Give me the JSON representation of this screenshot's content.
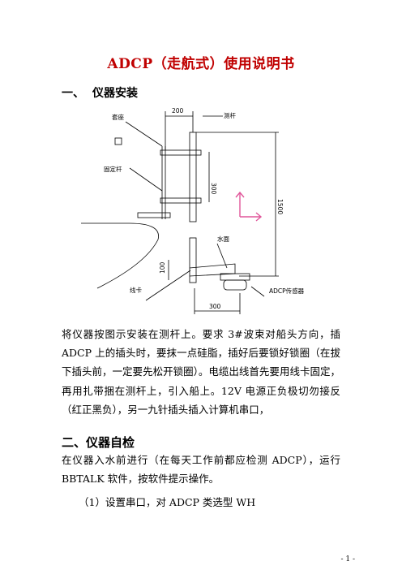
{
  "title": "ADCP（走航式）使用说明书",
  "section1": {
    "number": "一、",
    "heading": "仪器安装"
  },
  "figure": {
    "labels": {
      "base": "套座",
      "pole": "测杆",
      "fixing_rod": "固定杆",
      "water_surface": "水面",
      "clamp": "线卡",
      "transducer": "ADCP传感器"
    },
    "dimensions": {
      "top_width": "200",
      "mid_height": "300",
      "total_height": "1500",
      "bottom_gap": "100",
      "bottom_width": "300"
    }
  },
  "paragraph1": "将仪器按图示安装在测杆上。要求 3#波束对船头方向，插 ADCP 上的插头时，要抹一点硅脂，插好后要锁好锁圈（在拔下插头前，一定要先松开锁圈）。电缆出线首先要用线卡固定，再用扎带捆在测杆上，引入船上。12V 电源正负极切勿接反（红正黑负），另一九针插头插入计算机串口，",
  "section2": {
    "heading": "二、仪器自检"
  },
  "paragraph2": "在仪器入水前进行（在每天工作前都应检测 ADCP），运行 BBTALK 软件，按软件提示操作。",
  "step1": "（1）设置串口，对  ADCP 类选型 WH",
  "page_number": "- 1 -",
  "colors": {
    "title": "#c00000",
    "arrow": "#e0569a"
  }
}
